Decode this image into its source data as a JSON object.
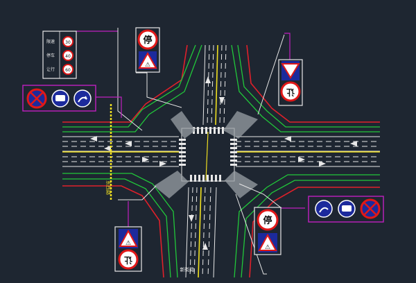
{
  "colors": {
    "background": "#1e2631",
    "road_edge_red": "#e0202a",
    "lane_green": "#21c83a",
    "lane_white": "#e8e8e8",
    "center_yellow": "#f0e020",
    "leader_magenta": "#c020c0",
    "sign_blue": "#1c2a9c",
    "sign_red": "#e01818"
  },
  "signs": {
    "stop_char": "停",
    "yield_char": "让",
    "top_table": {
      "labels": [
        "限速",
        "停车",
        "让行"
      ],
      "values": [
        "30",
        "40",
        "60"
      ]
    },
    "yield_symbol": "⚠"
  },
  "labels": {
    "street_bottom": "新街路",
    "street_left": "东西路"
  }
}
